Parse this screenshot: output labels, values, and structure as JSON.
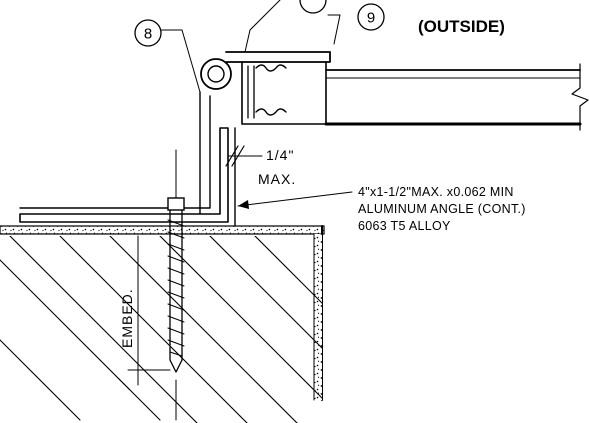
{
  "callouts": {
    "c8": "8",
    "c9": "9"
  },
  "side_label": "(OUTSIDE)",
  "dimension": {
    "line1": "1/4\"",
    "line2": "MAX."
  },
  "angle_note": {
    "line1": "4\"x1-1/2\"MAX. x0.062 MIN",
    "line2": "ALUMINUM ANGLE (CONT.)",
    "line3": "6063 T5 ALLOY"
  },
  "embed_label": "EMBED."
}
